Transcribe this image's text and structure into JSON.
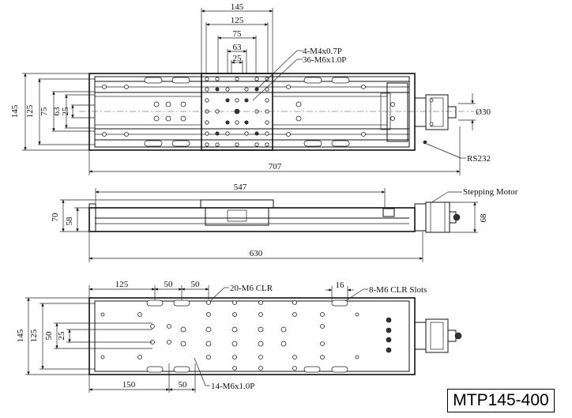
{
  "model": "MTP145-400",
  "top_view": {
    "dims": {
      "w145": "145",
      "w125": "125",
      "w75": "75",
      "w63": "63",
      "w25": "25",
      "h145": "145",
      "h125": "125",
      "h75": "75",
      "h63": "63",
      "h25": "25",
      "length": "707",
      "shaft_dia": "Ø30"
    },
    "callouts": {
      "m4": "4-M4x0.7P",
      "m6": "36-M6x1.0P",
      "rs232": "RS232"
    }
  },
  "side_view": {
    "dims": {
      "d547": "547",
      "d630": "630",
      "h70": "70",
      "h58": "58",
      "h68": "68"
    },
    "callouts": {
      "motor": "Stepping Motor"
    }
  },
  "bottom_view": {
    "dims": {
      "d125": "125",
      "d50a": "50",
      "d50b": "50",
      "d16": "16",
      "h145": "145",
      "h125": "125",
      "h50": "50",
      "h25": "25",
      "d150": "150",
      "d50c": "50"
    },
    "callouts": {
      "m6clr": "20-M6 CLR",
      "slots": "8-M6 CLR Slots",
      "m6p": "14-M6x1.0P"
    }
  }
}
